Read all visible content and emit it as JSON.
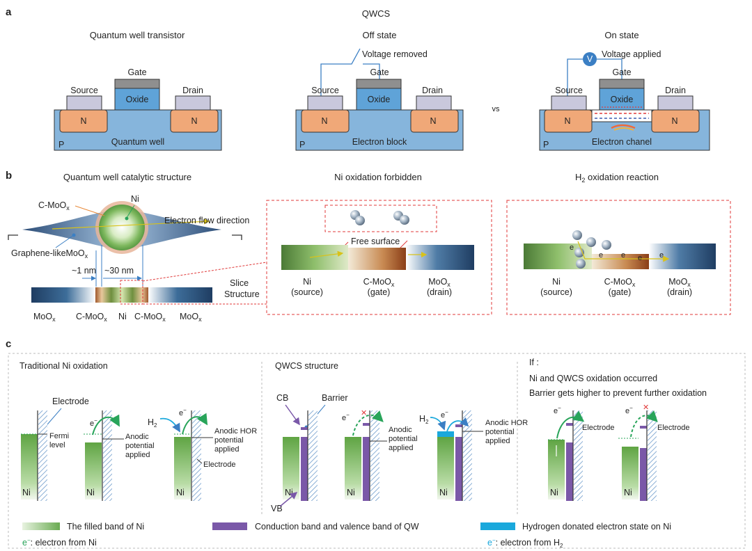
{
  "panel_a": {
    "letter": "a",
    "title": "QWCS",
    "t1": {
      "title": "Quantum well transistor",
      "gate": "Gate",
      "oxide": "Oxide",
      "source": "Source",
      "drain": "Drain",
      "n_left": "N",
      "n_right": "N",
      "p": "P",
      "body": "Quantum well"
    },
    "t2": {
      "title": "Off state",
      "note": "Voltage removed",
      "gate": "Gate",
      "oxide": "Oxide",
      "source": "Source",
      "drain": "Drain",
      "n_left": "N",
      "n_right": "N",
      "p": "P",
      "body": "Electron block"
    },
    "vs": "vs",
    "t3": {
      "title": "On state",
      "note": "Voltage applied",
      "v": "V",
      "gate": "Gate",
      "oxide": "Oxide",
      "source": "Source",
      "drain": "Drain",
      "n_left": "N",
      "n_right": "N",
      "p": "P",
      "body": "Electron chanel"
    }
  },
  "panel_b": {
    "letter": "b",
    "s1": {
      "title": "Quantum well catalytic structure",
      "cmoox": "C-MoO",
      "ni": "Ni",
      "flow": "Electron flow direction",
      "graphene": "Graphene-likeMoO",
      "dim1": "~1 nm",
      "dim2": "~30 nm",
      "slice1": "Slice",
      "slice2": "Structure",
      "lay1": "MoO",
      "lay2": "C-MoO",
      "lay3": "Ni",
      "lay4": "C-MoO",
      "lay5": "MoO"
    },
    "s2": {
      "title": "Ni oxidation forbidden",
      "free": "Free surface",
      "ni": "Ni",
      "ni_sub": "(source)",
      "cm": "C-MoO",
      "cm_sub": "(gate)",
      "mo": "MoO",
      "mo_sub": "(drain)"
    },
    "s3": {
      "title_main": "H",
      "title_rest": " oxidation reaction",
      "e": "e",
      "ni": "Ni",
      "ni_sub": "(source)",
      "cm": "C-MoO",
      "cm_sub": "(gate)",
      "mo": "MoO",
      "mo_sub": "(drain)"
    }
  },
  "panel_c": {
    "letter": "c",
    "s1": {
      "title": "Traditional Ni oxidation",
      "electrode": "Electrode",
      "fermi1": "Fermi",
      "fermi2": "level",
      "anodic1": "Anodic",
      "anodic2": "potential",
      "anodic3": "applied",
      "h2": "H",
      "hor1": "Anodic HOR",
      "hor2": "potential",
      "hor3": "applied",
      "electrode2": "Electrode",
      "ni": "Ni"
    },
    "s2": {
      "title": "QWCS structure",
      "cb": "CB",
      "vb": "VB",
      "barrier": "Barrier",
      "anodic1": "Anodic",
      "anodic2": "potential",
      "anodic3": "applied",
      "h2": "H",
      "hor1": "Anodic HOR",
      "hor2": "potential",
      "hor3": "applied",
      "ni": "Ni"
    },
    "s3": {
      "if": "If :",
      "line1": "Ni and QWCS oxidation occurred",
      "line2": "Barrier gets higher to prevent further oxidation",
      "electrode": "Electrode",
      "ni": "Ni"
    },
    "legend": {
      "filled": "The filled band of Ni",
      "cbvb": "Conduction band and valence band of QW",
      "hydrogen": "Hydrogen donated electron state on Ni",
      "e_ni": ": electron from Ni",
      "e_h2": ": electron from H",
      "e": "e"
    }
  },
  "colors": {
    "substrate": "#86b5dc",
    "n_region": "#f0a878",
    "oxide": "#5fa3d8",
    "gate_metal": "#8f8f8f",
    "contact": "#c9c8dc",
    "ni_green": "#6aab52",
    "qw_purple": "#7a58a8",
    "hydrogen_blue": "#1aa8dc",
    "arrow_green": "#28a45a",
    "dash_red": "#e03a3a"
  }
}
